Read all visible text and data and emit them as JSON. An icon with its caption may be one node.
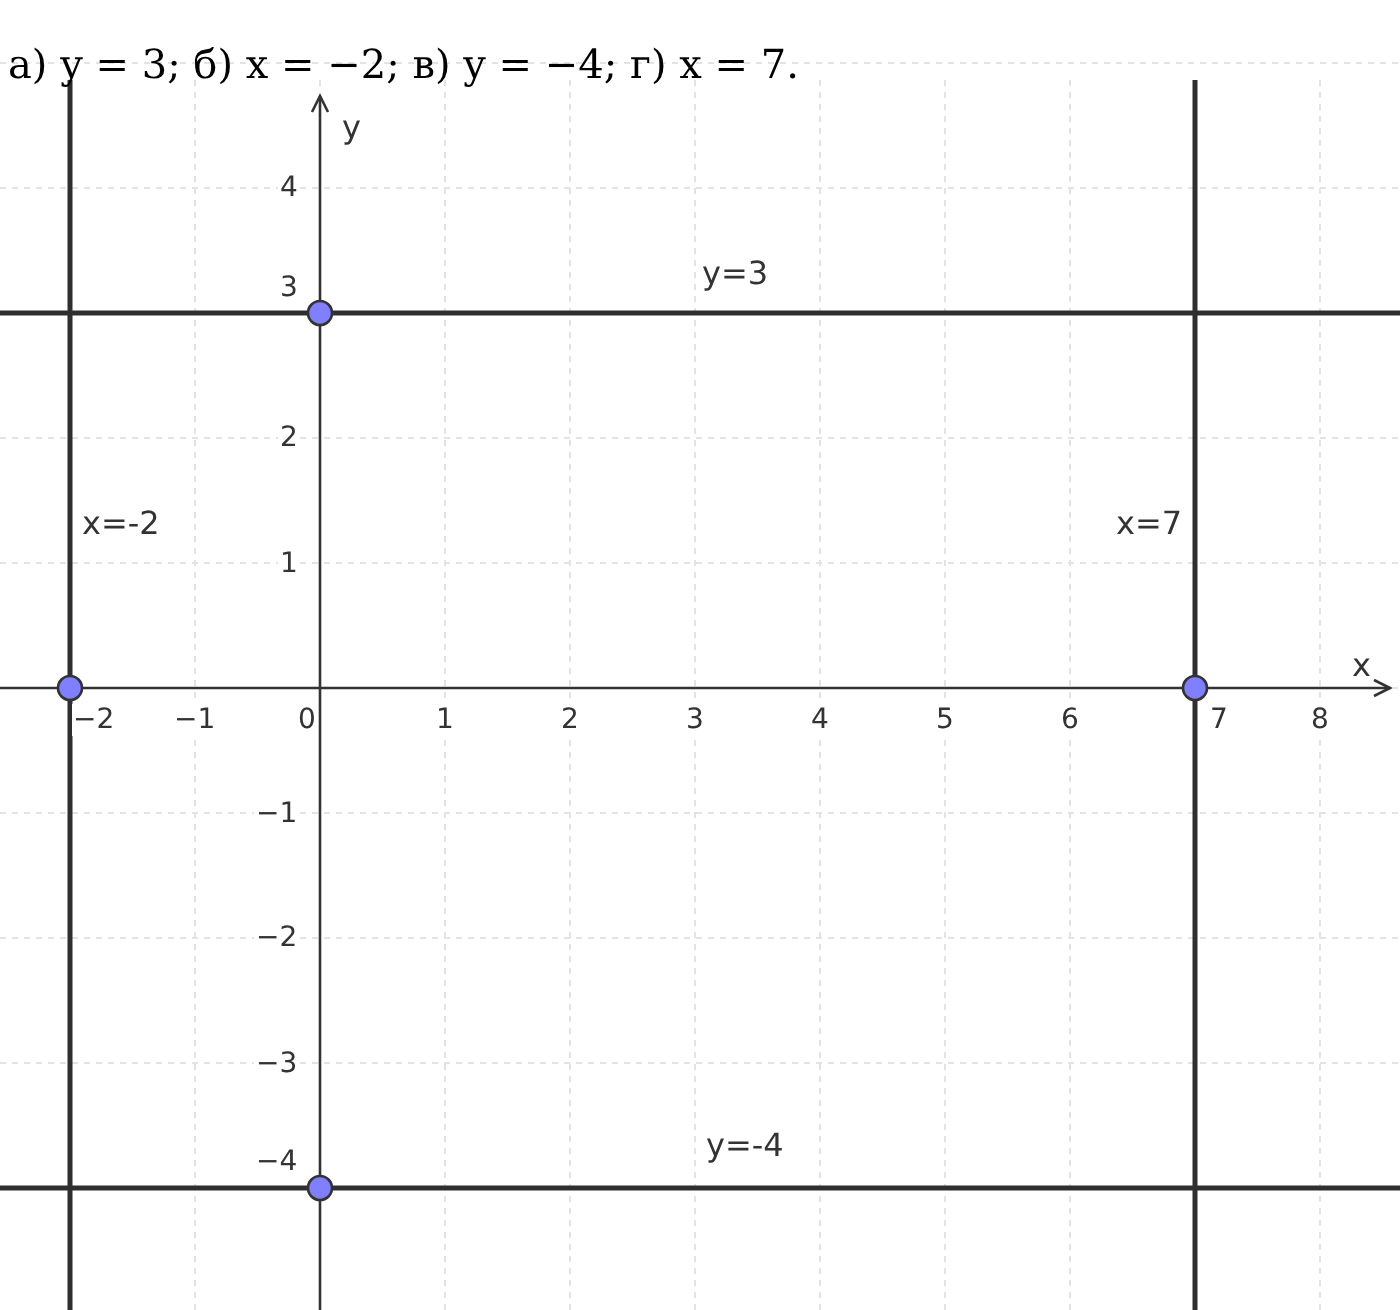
{
  "diagram": {
    "title": "а) y = 3; б) x = −2; в) y = −4; г) x = 7.",
    "labels": [
      "y",
      "4",
      "3",
      "y=3",
      "2",
      "x=-2",
      "x=7",
      "1",
      "x",
      "−2",
      "−1",
      "0",
      "1",
      "2",
      "3",
      "4",
      "5",
      "6",
      "7",
      "8",
      "−1",
      "−2",
      "−3",
      "−4",
      "y=-4"
    ]
  }
}
